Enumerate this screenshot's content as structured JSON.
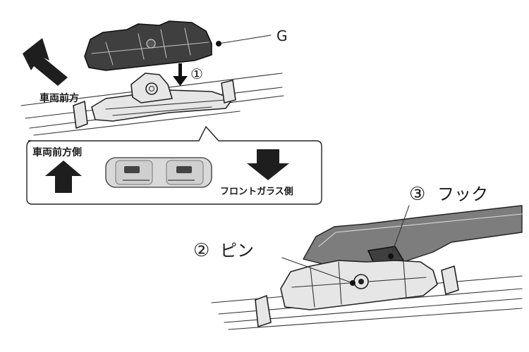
{
  "labels": {
    "part_g": "G",
    "step1_mark": "①",
    "vehicle_front": "車両前方",
    "vehicle_front_side": "車両前方側",
    "windshield_side": "フロントガラス側",
    "step2_mark": "②",
    "step2_text": "ピン",
    "step3_mark": "③",
    "step3_text": "フック"
  },
  "colors": {
    "adapter_dark": "#3f3f3f",
    "adapter_light": "#e6e6e6",
    "outline": "#222222",
    "arrow": "#1e1e1e"
  },
  "icons": [
    "front-arrow-icon",
    "down-arrow-icon",
    "insert-arrow-icon"
  ]
}
